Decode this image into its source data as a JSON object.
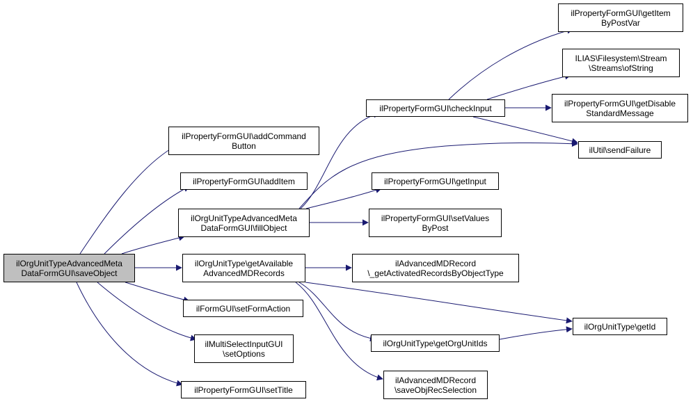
{
  "colors": {
    "edge": "#191970",
    "border": "#000000",
    "root_fill": "#bfbfbf",
    "node_fill": "#ffffff"
  },
  "nodes": {
    "root": [
      "ilOrgUnitTypeAdvancedMeta",
      "DataFormGUI\\saveObject"
    ],
    "addCommandButton": [
      "ilPropertyFormGUI\\addCommand",
      "Button"
    ],
    "addItem": [
      "ilPropertyFormGUI\\addItem"
    ],
    "fillObject": [
      "ilOrgUnitTypeAdvancedMeta",
      "DataFormGUI\\fillObject"
    ],
    "getAvailable": [
      "ilOrgUnitType\\getAvailable",
      "AdvancedMDRecords"
    ],
    "setFormAction": [
      "ilFormGUI\\setFormAction"
    ],
    "setOptions": [
      "ilMultiSelectInputGUI",
      "\\setOptions"
    ],
    "setTitle": [
      "ilPropertyFormGUI\\setTitle"
    ],
    "checkInput": [
      "ilPropertyFormGUI\\checkInput"
    ],
    "getInput": [
      "ilPropertyFormGUI\\getInput"
    ],
    "setValuesByPost": [
      "ilPropertyFormGUI\\setValues",
      "ByPost"
    ],
    "getActivated": [
      "ilAdvancedMDRecord",
      "\\_getActivatedRecordsByObjectType"
    ],
    "getOrgUnitIds": [
      "ilOrgUnitType\\getOrgUnitIds"
    ],
    "saveObjRec": [
      "ilAdvancedMDRecord",
      "\\saveObjRecSelection"
    ],
    "getItemByPostVar": [
      "ilPropertyFormGUI\\getItem",
      "ByPostVar"
    ],
    "ofString": [
      "ILIAS\\Filesystem\\Stream",
      "\\Streams\\ofString"
    ],
    "getDisable": [
      "ilPropertyFormGUI\\getDisable",
      "StandardMessage"
    ],
    "sendFailure": [
      "ilUtil\\sendFailure"
    ],
    "getId": [
      "ilOrgUnitType\\getId"
    ]
  }
}
